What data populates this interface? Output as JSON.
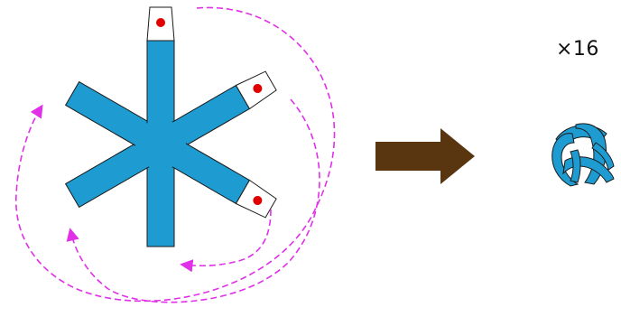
{
  "colors": {
    "arm_fill": "#1e9bd0",
    "arm_stroke": "#1a1a1a",
    "tab_fill": "#ffffff",
    "tab_dot": "#e00000",
    "arrow_path_color": "#e030e8",
    "process_arrow": "#5a3610",
    "ball_fill": "#1e9bd0"
  },
  "star": {
    "arm_count": 6,
    "arms_with_tabs": 3
  },
  "multiplier": {
    "label": "×16"
  },
  "icons": {
    "process_arrow": "right-arrow-icon",
    "result": "woven-ball-icon"
  }
}
